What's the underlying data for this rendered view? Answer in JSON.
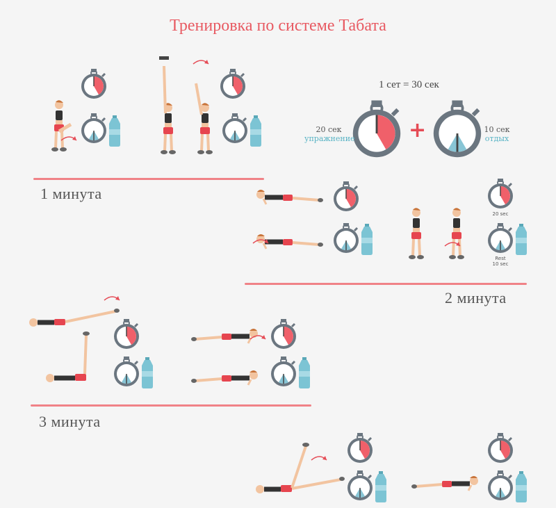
{
  "title": "Тренировка по системе Табата",
  "minutes": [
    "1 минута",
    "2 минута",
    "3 минута"
  ],
  "set": {
    "title": "1 сет = 30 сек",
    "work_time": "20 сек",
    "work_label": "упражнение",
    "rest_time": "10 сек",
    "rest_label": "отдых",
    "plus": "+"
  },
  "small_labels": {
    "work": "20 sec",
    "rest_1": "Rest",
    "rest_2": "10 sec"
  },
  "colors": {
    "title": "#e85a62",
    "work": "#f0606a",
    "rest": "#88c5d5",
    "divider": "#f08287",
    "stopwatch": "#6b7680",
    "bottle": "#7cc4d4"
  },
  "icons": [
    "stopwatch-icon",
    "water-bottle-icon",
    "plus-icon",
    "arrow-icon",
    "exercise-figure"
  ]
}
